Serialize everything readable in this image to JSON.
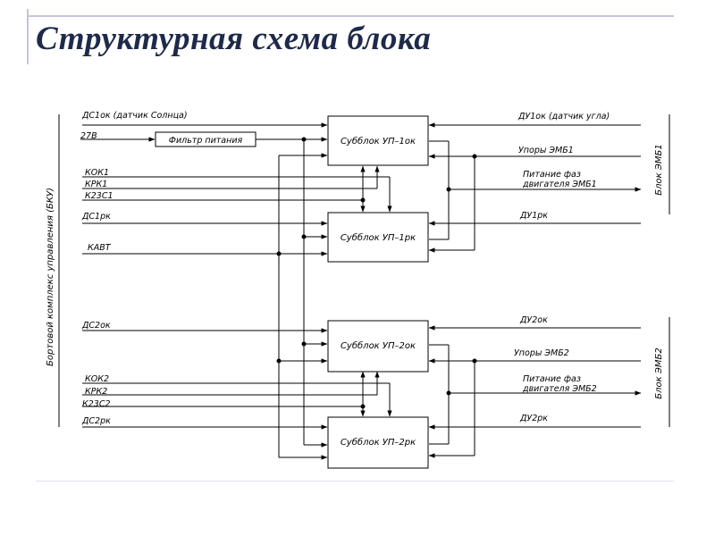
{
  "title": "Структурная схема блока",
  "colors": {
    "title": "#1f2a4a",
    "accent_line": "#c8c3de",
    "divider": "#e3dff0"
  },
  "diagram": {
    "left_group_label": "Бортовой комплекс управления (БКУ)",
    "right_group_1_label": "Блок ЭМБ1",
    "right_group_2_label": "Блок ЭМБ2",
    "filter_label": "Фильтр питания",
    "blocks": [
      "Субблок УП–1ок",
      "Субблок УП–1рк",
      "Субблок УП–2ок",
      "Субблок УП–2рк"
    ],
    "left_signals": [
      "ДС1ок (датчик Солнца)",
      "27В",
      "КОК1",
      "КРК1",
      "К23С1",
      "ДС1рк",
      "КАВТ",
      "ДС2ок",
      "КОК2",
      "КРК2",
      "К23С2",
      "ДС2рк"
    ],
    "right_signals": [
      "ДУ1ок (датчик угла)",
      "Упоры ЭМБ1",
      "Питание фаз",
      "двигателя ЭМБ1",
      "ДУ1рк",
      "ДУ2ок",
      "Упоры ЭМБ2",
      "Питание фаз",
      "двигателя ЭМБ2",
      "ДУ2рк"
    ]
  }
}
